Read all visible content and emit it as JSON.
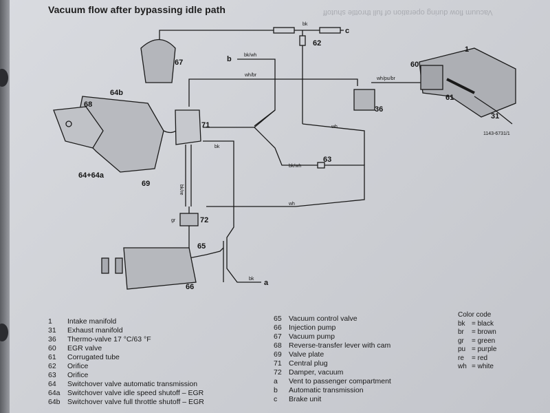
{
  "title": "Vacuum flow after bypassing idle path",
  "ghost_text": "Vacuum flow during operation of full throttle shutoff",
  "colors": {
    "paper": "#d2d4d9",
    "ink": "#1a1a1a"
  },
  "diagram": {
    "component_labels": [
      "67",
      "62",
      "1",
      "60",
      "61",
      "31",
      "36",
      "64b",
      "68",
      "71",
      "63",
      "64+64a",
      "69",
      "72",
      "65",
      "66"
    ],
    "hose_labels": [
      "bk",
      "c",
      "b",
      "bk/wh",
      "wh/br",
      "wh/pu/br",
      "wh",
      "bk",
      "bk/wh",
      "wh",
      "bk",
      "a",
      "bk/re",
      "gr"
    ],
    "part_code": "1143-6731/1"
  },
  "legend": {
    "left": [
      {
        "num": "1",
        "text": "Intake manifold"
      },
      {
        "num": "31",
        "text": "Exhaust manifold"
      },
      {
        "num": "36",
        "text": "Thermo-valve 17 °C/63 °F"
      },
      {
        "num": "60",
        "text": "EGR valve"
      },
      {
        "num": "61",
        "text": "Corrugated tube"
      },
      {
        "num": "62",
        "text": "Orifice"
      },
      {
        "num": "63",
        "text": "Orifice"
      },
      {
        "num": "64",
        "text": "Switchover valve automatic transmission"
      },
      {
        "num": "64a",
        "text": "Switchover valve idle speed shutoff – EGR"
      },
      {
        "num": "64b",
        "text": "Switchover valve full throttle shutoff – EGR"
      }
    ],
    "right": [
      {
        "num": "65",
        "text": "Vacuum control valve"
      },
      {
        "num": "66",
        "text": "Injection pump"
      },
      {
        "num": "67",
        "text": "Vacuum pump"
      },
      {
        "num": "68",
        "text": "Reverse-transfer lever with cam"
      },
      {
        "num": "69",
        "text": "Valve plate"
      },
      {
        "num": "71",
        "text": "Central plug"
      },
      {
        "num": "72",
        "text": "Damper, vacuum"
      },
      {
        "num": "a",
        "text": "Vent to passenger compartment"
      },
      {
        "num": "b",
        "text": "Automatic transmission"
      },
      {
        "num": "c",
        "text": "Brake unit"
      }
    ]
  },
  "color_code": {
    "heading": "Color code",
    "items": [
      {
        "code": "bk",
        "name": "= black"
      },
      {
        "code": "br",
        "name": "= brown"
      },
      {
        "code": "gr",
        "name": "= green"
      },
      {
        "code": "pu",
        "name": "= purple"
      },
      {
        "code": "re",
        "name": "= red"
      },
      {
        "code": "wh",
        "name": "= white"
      }
    ]
  }
}
